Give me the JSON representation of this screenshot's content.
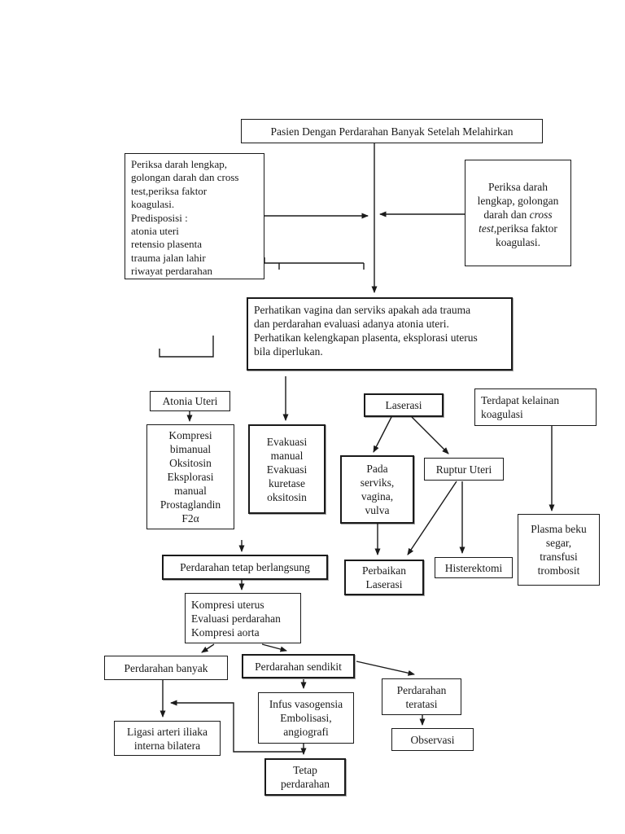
{
  "diagram": {
    "title": "Pasien Dengan Perdarahan Banyak Setelah Melahirkan",
    "nodes": {
      "pasien": {
        "label": "Pasien Dengan Perdarahan Banyak Setelah Melahirkan"
      },
      "periksa_kiri": {
        "label": "Periksa darah lengkap,\ngolongan darah dan cross\ntest,periksa faktor\nkoagulasi.\nPredisposisi :\natonia uteri\nretensio plasenta\ntrauma jalan lahir\nriwayat perdarahan"
      },
      "periksa_kanan_part1": {
        "label": "Periksa darah lengkap, golongan darah dan "
      },
      "periksa_kanan_italic": {
        "label": "cross test"
      },
      "periksa_kanan_part2": {
        "label": ",periksa faktor koagulasi."
      },
      "perhatikan": {
        "label": "Perhatikan vagina dan serviks apakah ada trauma\ndan perdarahan evaluasi adanya atonia uteri.\nPerhatikan kelengkapan plasenta, eksplorasi uterus\nbila diperlukan."
      },
      "atonia_uteri": {
        "label": "Atonia Uteri"
      },
      "kompresi_bimanual": {
        "label": "Kompresi\nbimanual\nOksitosin\nEksplorasi\nmanual\nProstaglandin\nF2α"
      },
      "evakuasi": {
        "label": "Evakuasi\nmanual\nEvakuasi\nkuretase\noksitosin"
      },
      "laserasi": {
        "label": "Laserasi"
      },
      "kelainan_koagulasi": {
        "label": "Terdapat kelainan\nkoagulasi"
      },
      "pada_serviks": {
        "label": "Pada\nserviks,\nvagina,\nvulva"
      },
      "ruptur_uteri": {
        "label": "Ruptur Uteri"
      },
      "plasma_beku": {
        "label": "Plasma beku\nsegar,\ntransfusi\ntrombosit"
      },
      "perbaikan_laserasi": {
        "label": "Perbaikan\nLaserasi"
      },
      "histerektomi": {
        "label": "Histerektomi"
      },
      "perdarahan_tetap": {
        "label": "Perdarahan tetap berlangsung"
      },
      "kompresi_uterus": {
        "label": "Kompresi uterus\nEvaluasi perdarahan\nKompresi aorta"
      },
      "perdarahan_banyak": {
        "label": "Perdarahan banyak"
      },
      "perdarahan_sendikit": {
        "label": "Perdarahan sendikit"
      },
      "infus": {
        "label": "Infus vasogensia\nEmbolisasi,\nangiografi"
      },
      "ligasi": {
        "label": "Ligasi arteri iliaka\ninterna bilatera"
      },
      "perdarahan_teratasi": {
        "label": "Perdarahan\nteratasi"
      },
      "observasi": {
        "label": "Observasi"
      },
      "tetap_perdarahan": {
        "label": "Tetap\nperdarahan"
      }
    },
    "edges": [
      {
        "from": "pasien",
        "to": "perhatikan"
      },
      {
        "from": "periksa_kiri",
        "to": "pasien-line"
      },
      {
        "from": "periksa_kanan",
        "to": "pasien-line"
      },
      {
        "from": "perhatikan",
        "to": "evakuasi"
      },
      {
        "from": "atonia_uteri",
        "to": "kompresi_bimanual"
      },
      {
        "from": "laserasi",
        "to": "pada_serviks"
      },
      {
        "from": "laserasi",
        "to": "ruptur_uteri"
      },
      {
        "from": "kelainan_koagulasi",
        "to": "plasma_beku"
      },
      {
        "from": "pada_serviks",
        "to": "perbaikan_laserasi"
      },
      {
        "from": "ruptur_uteri",
        "to": "perbaikan_laserasi"
      },
      {
        "from": "ruptur_uteri",
        "to": "histerektomi"
      },
      {
        "from": "perdarahan_tetap",
        "to": "kompresi_uterus"
      },
      {
        "from": "kompresi_uterus",
        "to": "perdarahan_banyak"
      },
      {
        "from": "kompresi_uterus",
        "to": "perdarahan_sendikit"
      },
      {
        "from": "perdarahan_banyak",
        "to": "ligasi"
      },
      {
        "from": "perdarahan_sendikit",
        "to": "infus"
      },
      {
        "from": "perdarahan_sendikit",
        "to": "perdarahan_teratasi"
      },
      {
        "from": "perdarahan_teratasi",
        "to": "observasi"
      },
      {
        "from": "infus",
        "to": "tetap_perdarahan"
      },
      {
        "from": "tetap_perdarahan",
        "to": "ligasi"
      }
    ],
    "colors": {
      "line": "#1a1a1a",
      "background": "#ffffff"
    }
  }
}
